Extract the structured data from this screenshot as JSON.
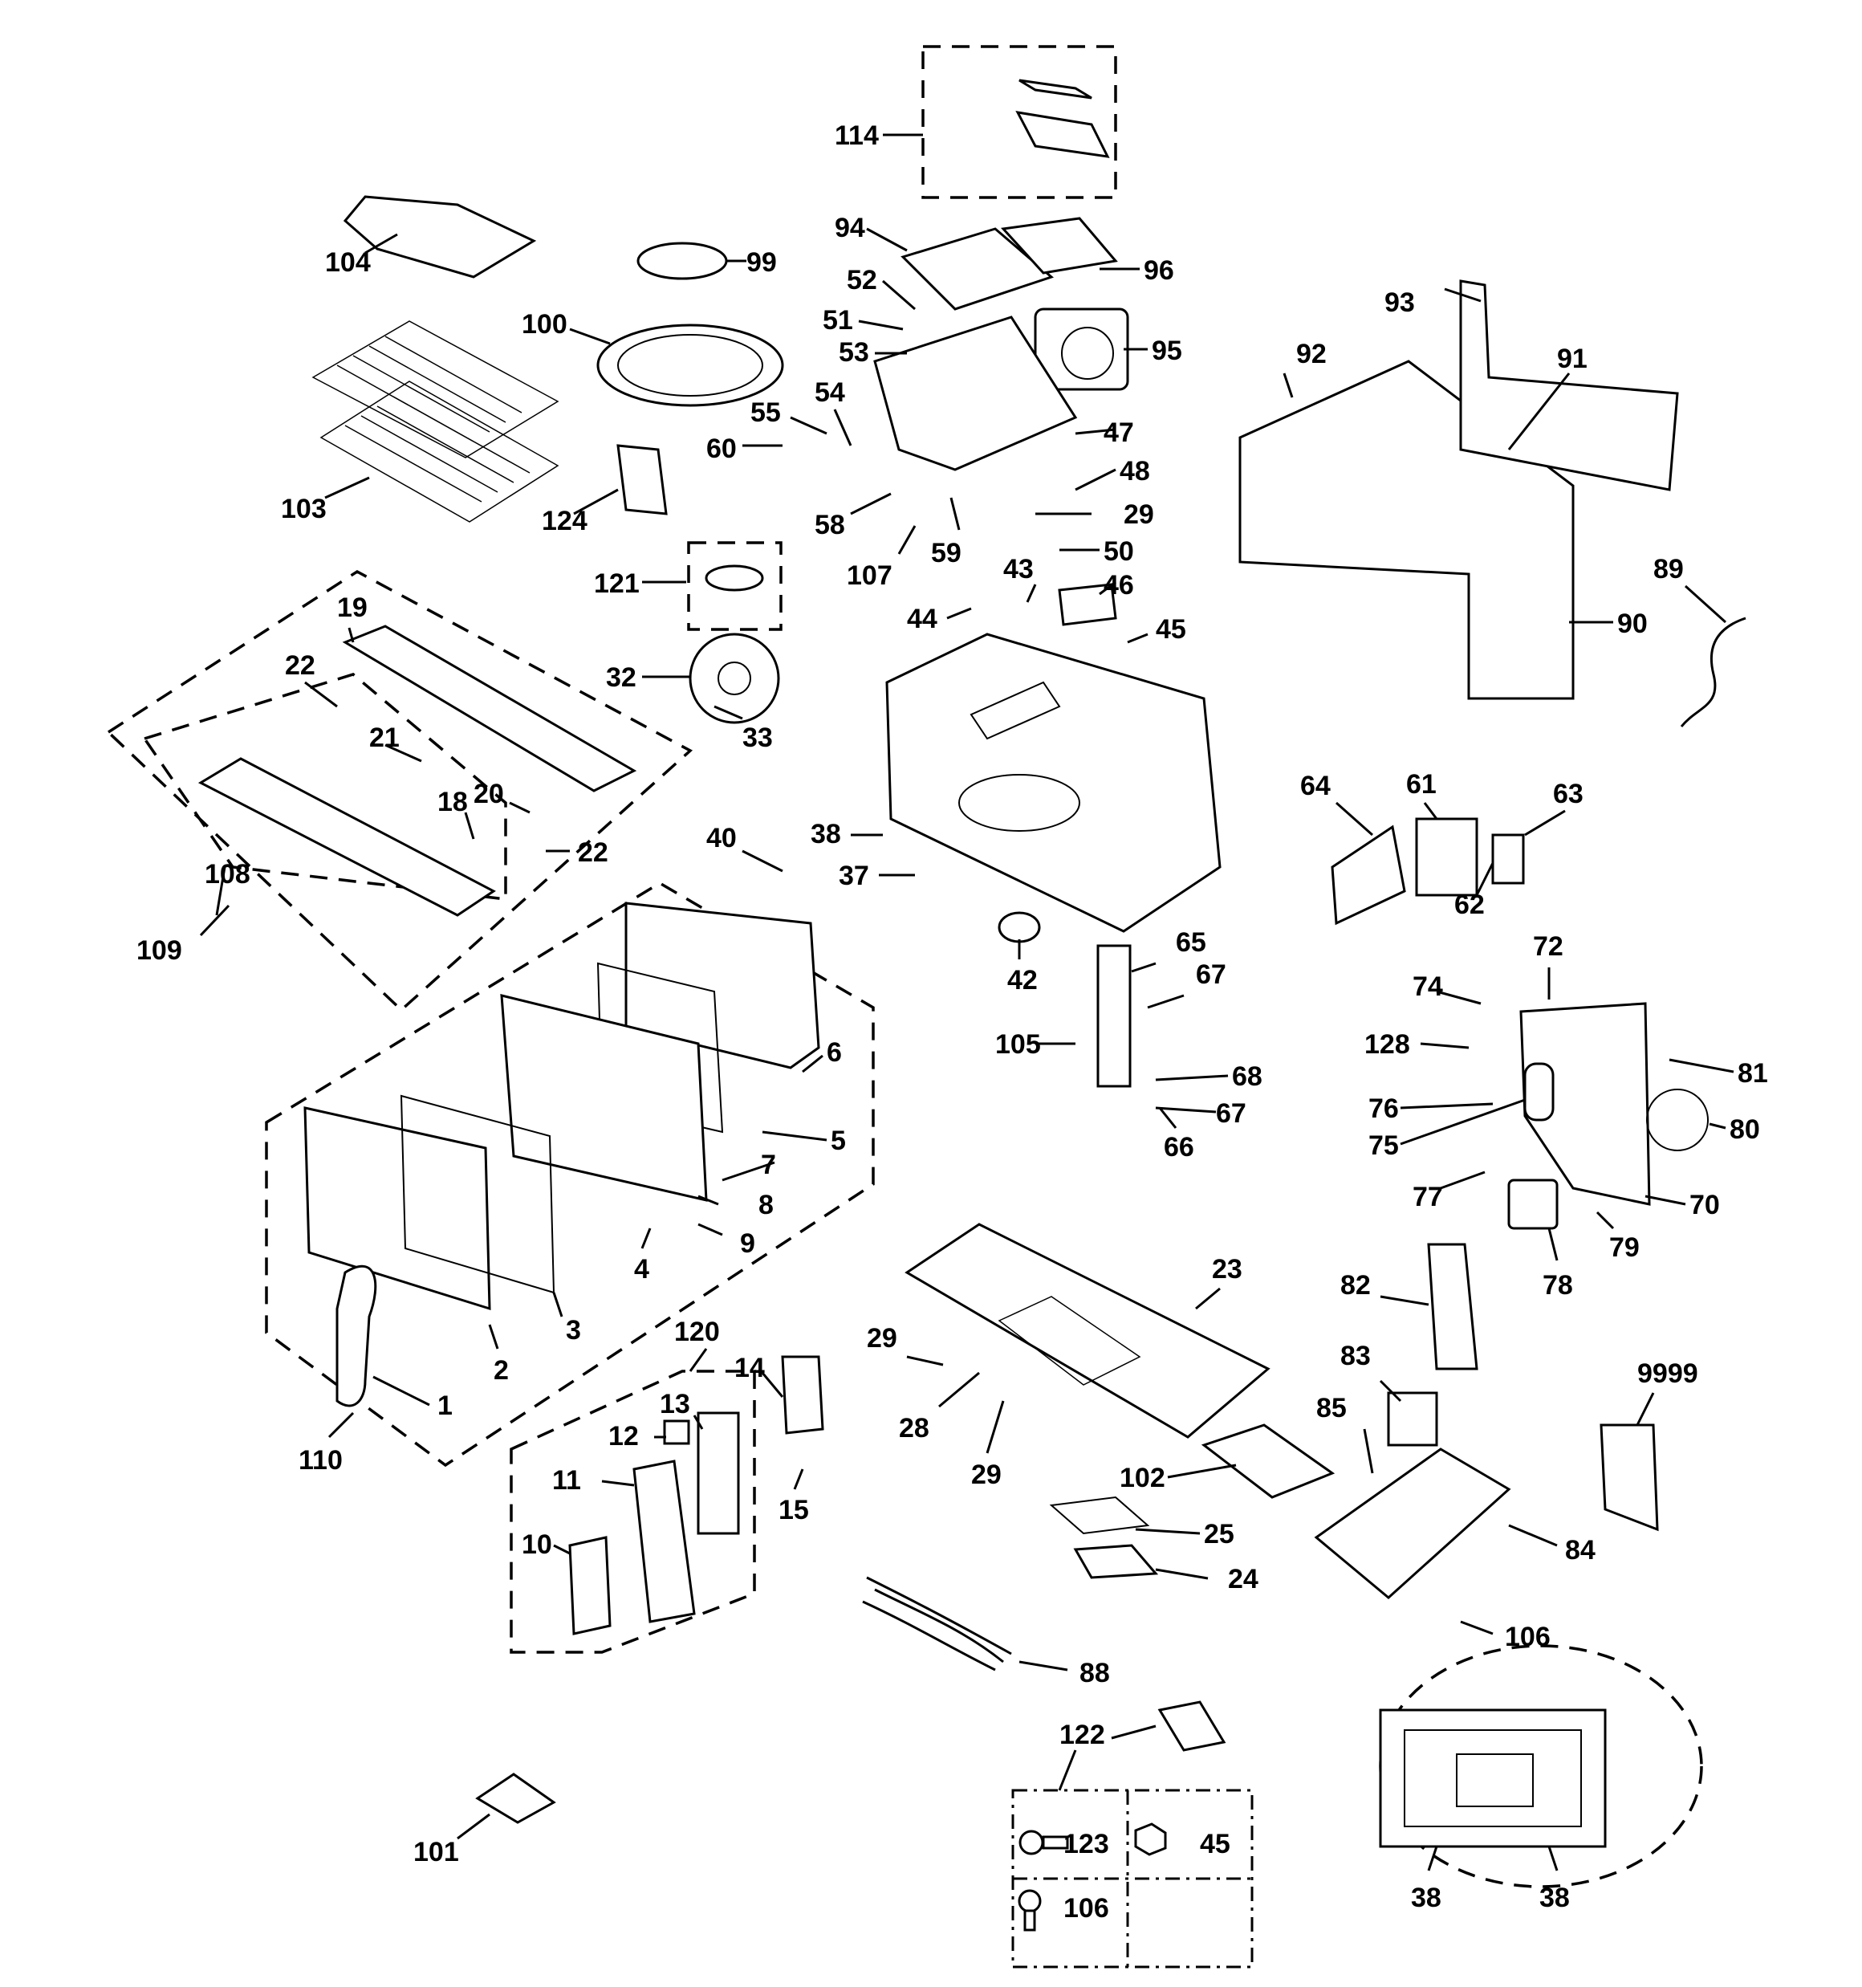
{
  "labels": {
    "l114": "114",
    "l94": "94",
    "l96": "96",
    "l52": "52",
    "l51": "51",
    "l53": "53",
    "l95": "95",
    "l54": "54",
    "l55": "55",
    "l60": "60",
    "l47": "47",
    "l48": "48",
    "l29a": "29",
    "l58": "58",
    "l59": "59",
    "l107": "107",
    "l50": "50",
    "l104": "104",
    "l99": "99",
    "l100": "100",
    "l103": "103",
    "l124": "124",
    "l121": "121",
    "l43": "43",
    "l46": "46",
    "l44": "44",
    "l45a": "45",
    "l32": "32",
    "l33": "33",
    "l19": "19",
    "l22a": "22",
    "l21": "21",
    "l18": "18",
    "l20": "20",
    "l22b": "22",
    "l108": "108",
    "l109": "109",
    "l40": "40",
    "l38a": "38",
    "l37": "37",
    "l42": "42",
    "l93": "93",
    "l92": "92",
    "l91": "91",
    "l89": "89",
    "l90": "90",
    "l64": "64",
    "l61": "61",
    "l63": "63",
    "l62": "62",
    "l65": "65",
    "l67a": "67",
    "l105": "105",
    "l68": "68",
    "l67b": "67",
    "l66": "66",
    "l72": "72",
    "l74": "74",
    "l128": "128",
    "l81": "81",
    "l76": "76",
    "l80": "80",
    "l75": "75",
    "l77": "77",
    "l70": "70",
    "l79": "79",
    "l78": "78",
    "l6": "6",
    "l5": "5",
    "l7": "7",
    "l8": "8",
    "l9": "9",
    "l4": "4",
    "l3": "3",
    "l2": "2",
    "l1": "1",
    "l110": "110",
    "l120": "120",
    "l14": "14",
    "l13": "13",
    "l12": "12",
    "l11": "11",
    "l15": "15",
    "l10": "10",
    "l23": "23",
    "l29b": "29",
    "l28": "28",
    "l29c": "29",
    "l82": "82",
    "l83": "83",
    "l85": "85",
    "l9999": "9999",
    "l102": "102",
    "l25": "25",
    "l84": "84",
    "l24": "24",
    "l106a": "106",
    "l88": "88",
    "l122": "122",
    "l123": "123",
    "l45b": "45",
    "l106b": "106",
    "l101": "101",
    "l38b": "38",
    "l38c": "38"
  }
}
